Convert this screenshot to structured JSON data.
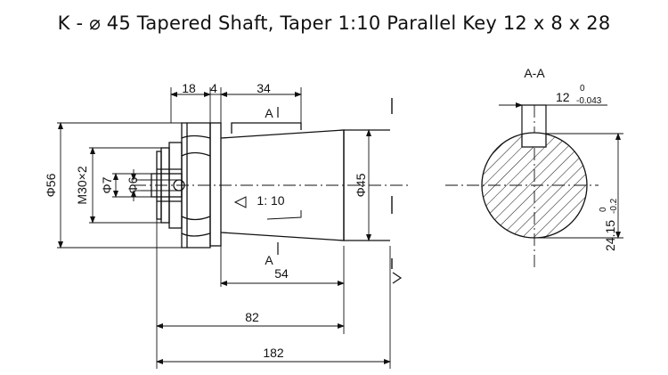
{
  "title": "K - ⌀ 45 Tapered Shaft, Taper 1:10 Parallel Key 12 x 8 x 28",
  "section": {
    "label": "A-A",
    "cut_top": "A",
    "cut_bottom": "A",
    "key_width": "12",
    "key_width_tol_upper": "0",
    "key_width_tol_lower": "-0.043",
    "depth": "24.15",
    "depth_tol_upper": "0",
    "depth_tol_lower": "-0.2"
  },
  "dims": {
    "d18": "18",
    "d4": "4",
    "d34": "34",
    "d54": "54",
    "d82": "82",
    "d182": "182",
    "phi56": "Φ56",
    "m30": "M30×2",
    "phi7": "Φ7",
    "phi6": "Φ6",
    "phi45": "Φ45",
    "taper": "1: 10"
  }
}
